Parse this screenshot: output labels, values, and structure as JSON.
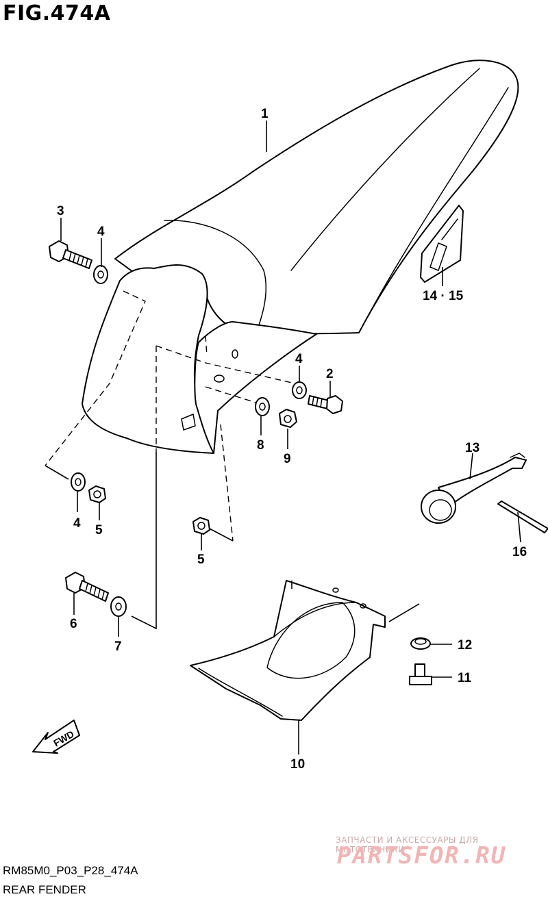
{
  "figure": {
    "title": "FIG.474A",
    "code": "RM85M0_P03_P28_474A",
    "name": "REAR FENDER"
  },
  "fwd_label": "FWD",
  "part_labels": {
    "p1": "1",
    "p2": "2",
    "p3": "3",
    "p4a": "4",
    "p4b": "4",
    "p4c": "4",
    "p5a": "5",
    "p5b": "5",
    "p6": "6",
    "p7": "7",
    "p8": "8",
    "p9": "9",
    "p10": "10",
    "p11": "11",
    "p12": "12",
    "p13": "13",
    "p14_15": "14 · 15",
    "p16": "16"
  },
  "watermark": {
    "tagline": "ЗАПЧАСТИ И АКСЕССУАРЫ ДЛЯ МОТОТЕХНИКИ",
    "brand": "PARTSFOR.RU"
  }
}
